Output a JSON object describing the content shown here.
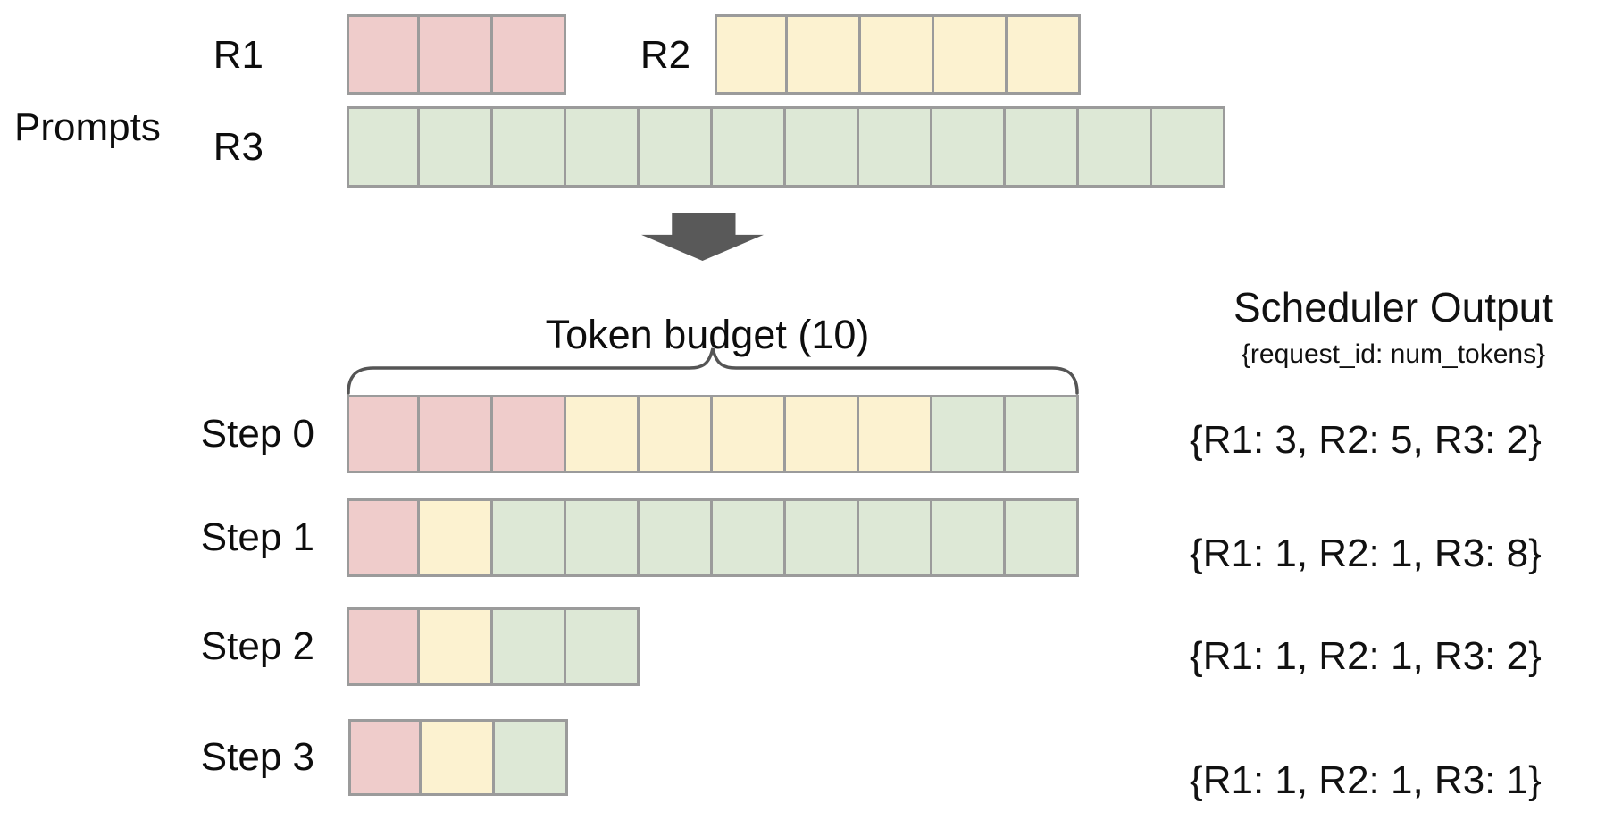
{
  "labels": {
    "prompts": "Prompts",
    "token_budget": "Token budget (10)",
    "scheduler_title": "Scheduler Output",
    "scheduler_subtitle": "{request_id: num_tokens}"
  },
  "colors": {
    "R1": "#EFCCCB",
    "R2": "#FCF2D0",
    "R3": "#DDE8D6",
    "border": "#9B9B9B",
    "arrow": "#595959",
    "brace": "#555555"
  },
  "prompt_rows": [
    {
      "label": "R1",
      "segments": [
        {
          "req": "R1",
          "count": 3
        }
      ]
    },
    {
      "label": "R2",
      "segments": [
        {
          "req": "R2",
          "count": 5
        }
      ]
    },
    {
      "label": "R3",
      "segments": [
        {
          "req": "R3",
          "count": 12
        }
      ]
    }
  ],
  "token_budget_value": 10,
  "steps": [
    {
      "label": "Step 0",
      "segments": [
        {
          "req": "R1",
          "count": 3
        },
        {
          "req": "R2",
          "count": 5
        },
        {
          "req": "R3",
          "count": 2
        }
      ],
      "output": "{R1: 3, R2: 5, R3: 2}"
    },
    {
      "label": "Step 1",
      "segments": [
        {
          "req": "R1",
          "count": 1
        },
        {
          "req": "R2",
          "count": 1
        },
        {
          "req": "R3",
          "count": 8
        }
      ],
      "output": "{R1: 1, R2: 1, R3: 8}"
    },
    {
      "label": "Step 2",
      "segments": [
        {
          "req": "R1",
          "count": 1
        },
        {
          "req": "R2",
          "count": 1
        },
        {
          "req": "R3",
          "count": 2
        }
      ],
      "output": "{R1: 1, R2: 1, R3: 2}"
    },
    {
      "label": "Step 3",
      "segments": [
        {
          "req": "R1",
          "count": 1
        },
        {
          "req": "R2",
          "count": 1
        },
        {
          "req": "R3",
          "count": 1
        }
      ],
      "output": "{R1: 1, R2: 1, R3: 1}"
    }
  ]
}
